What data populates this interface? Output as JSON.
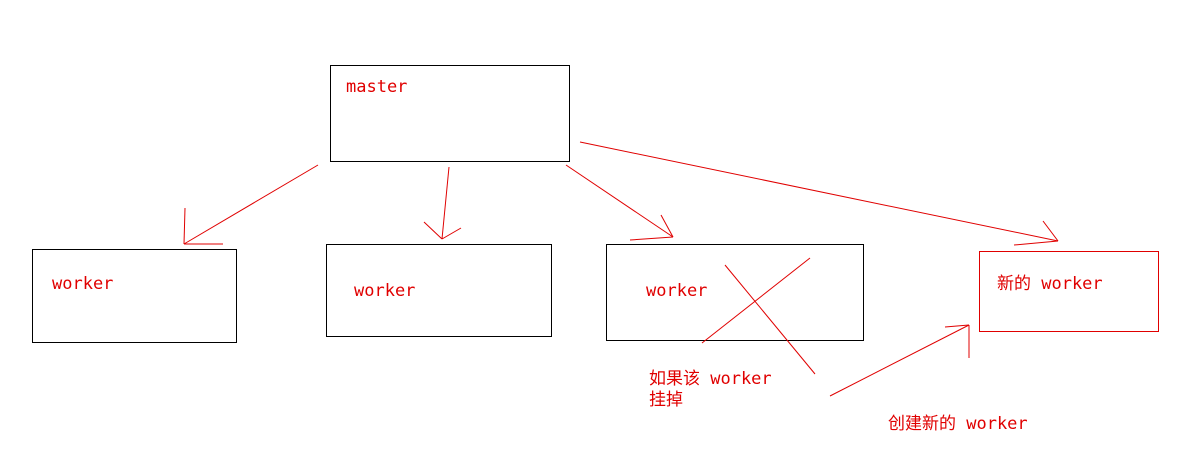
{
  "nodes": {
    "master": {
      "label": "master"
    },
    "worker_1": {
      "label": "worker"
    },
    "worker_2": {
      "label": "worker"
    },
    "worker_3": {
      "label": "worker"
    },
    "new_worker": {
      "label": "新的 worker"
    }
  },
  "annotations": {
    "failure_line_1": "如果该 worker",
    "failure_line_2": "挂掉",
    "create_new": "创建新的 worker"
  },
  "colors": {
    "ink": "#000000",
    "annotation": "#e00000"
  }
}
